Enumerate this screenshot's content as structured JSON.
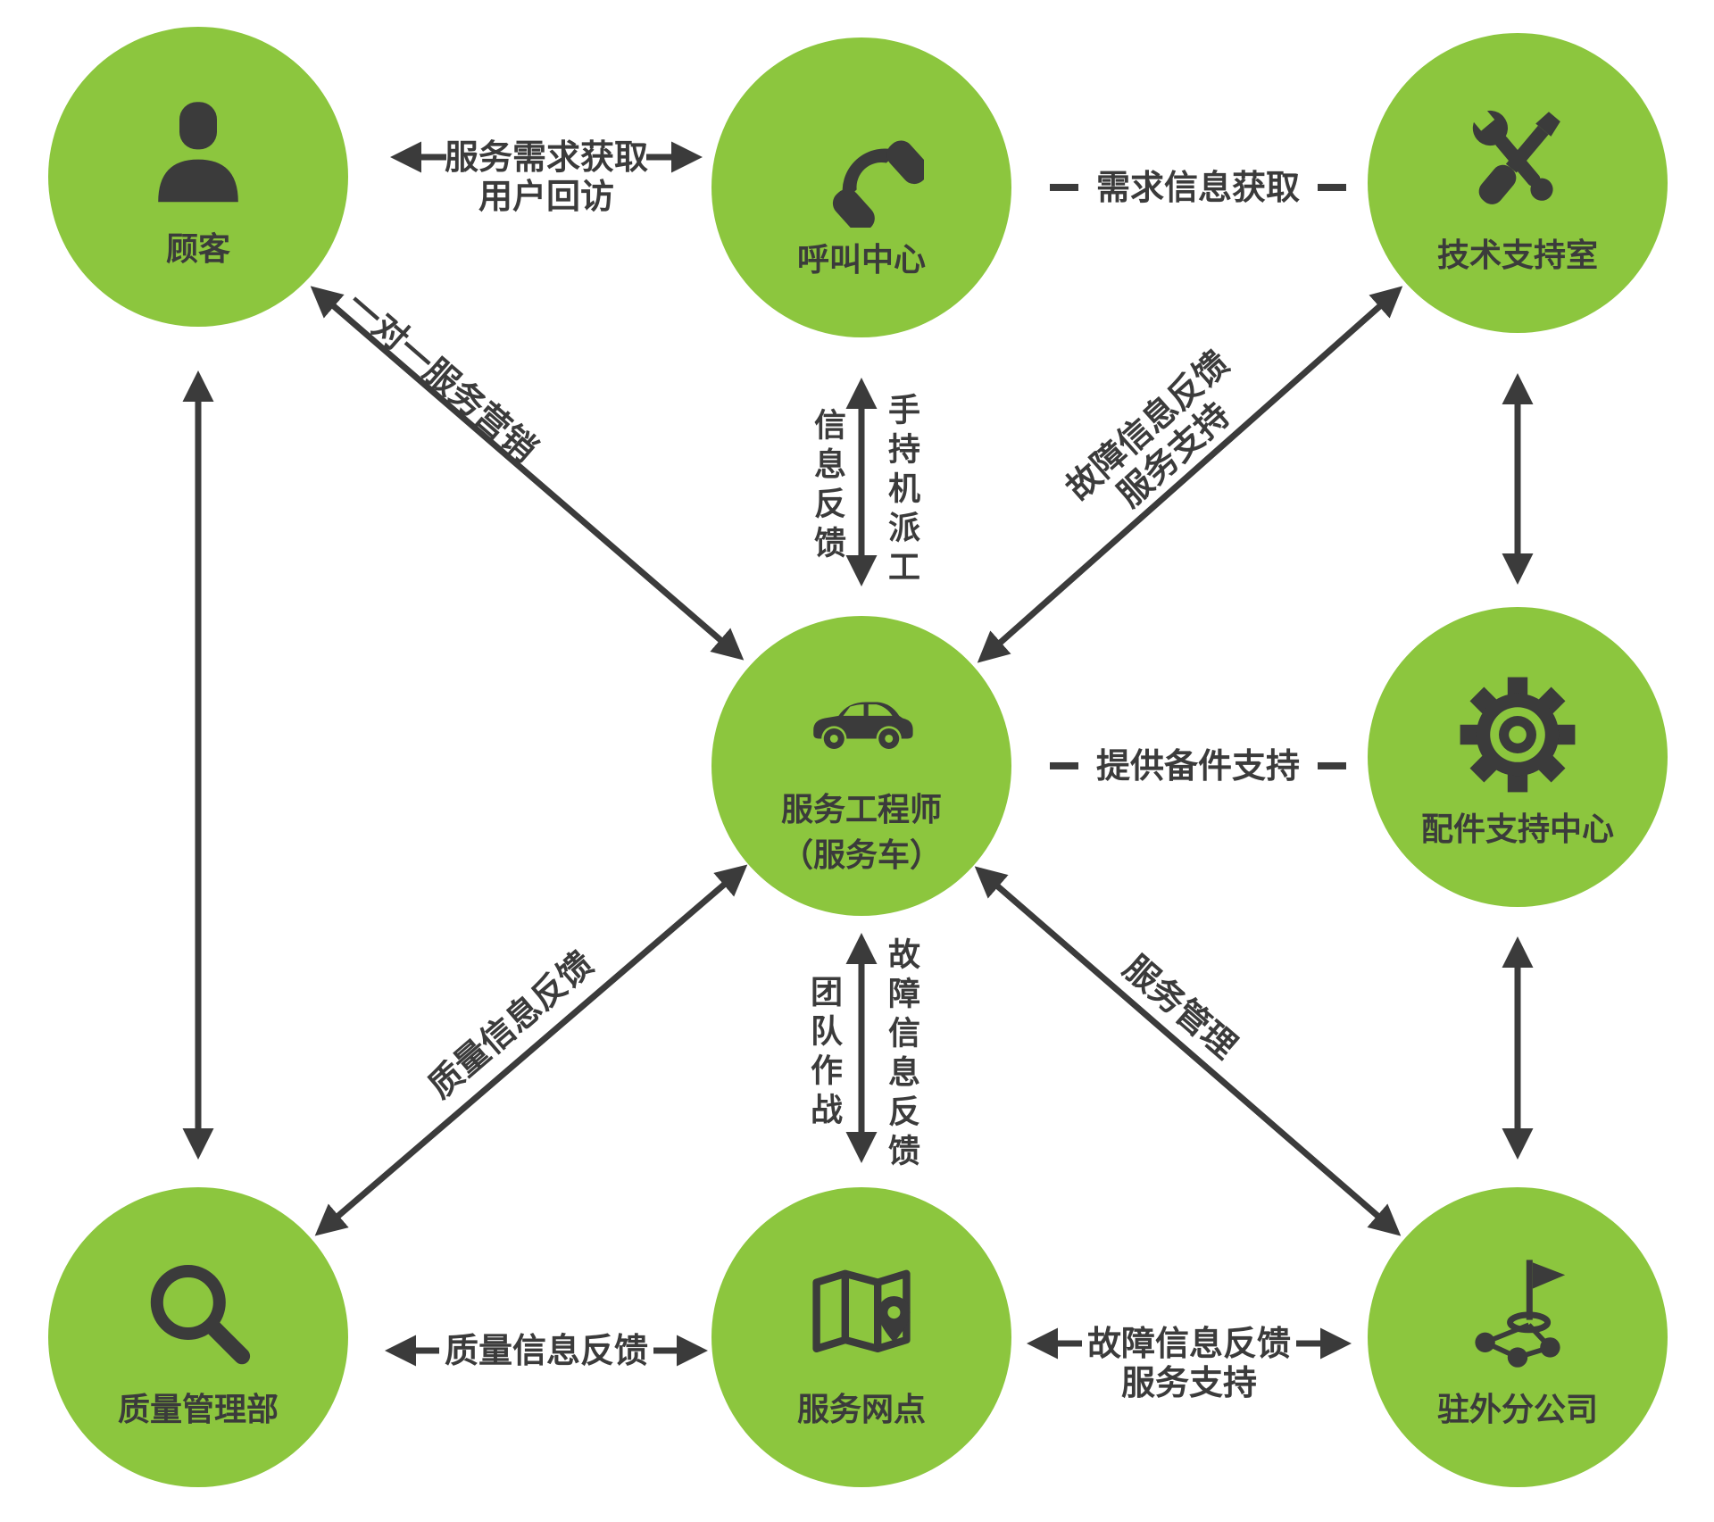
{
  "palette": {
    "green": "#8cc63e",
    "dark": "#3b3b3b"
  },
  "nodes": {
    "customer": {
      "label": "顾客",
      "icon": "person-icon"
    },
    "call_center": {
      "label": "呼叫中心",
      "icon": "phone-icon"
    },
    "tech_support": {
      "label": "技术支持室",
      "icon": "tools-icon"
    },
    "service_engineer": {
      "label": "服务工程师",
      "sublabel": "（服务车）",
      "icon": "car-icon"
    },
    "parts_center": {
      "label": "配件支持中心",
      "icon": "gear-icon"
    },
    "quality_dept": {
      "label": "质量管理部",
      "icon": "magnifier-icon"
    },
    "service_outlet": {
      "label": "服务网点",
      "icon": "map-icon"
    },
    "branch_office": {
      "label": "驻外分公司",
      "icon": "flag-icon"
    }
  },
  "edges": {
    "customer_callcenter": {
      "line1": "服务需求获取",
      "line2": "用户回访"
    },
    "callcenter_techsupport": {
      "label": "需求信息获取"
    },
    "callcenter_engineer": {
      "left_label": "信息反馈",
      "right_label": "手持机派工"
    },
    "customer_engineer": {
      "label": "一对一服务营销"
    },
    "techsupport_engineer": {
      "line1": "故障信息反馈",
      "line2": "服务支持"
    },
    "engineer_partscenter": {
      "label": "提供备件支持"
    },
    "engineer_branchoffice": {
      "label": "服务管理"
    },
    "engineer_serviceoutlet": {
      "left_label": "团队作战",
      "right_label": "故障信息反馈"
    },
    "engineer_quality": {
      "label": "质量信息反馈"
    },
    "quality_serviceoutlet": {
      "label": "质量信息反馈"
    },
    "serviceoutlet_branchoffice": {
      "line1": "故障信息反馈",
      "line2": "服务支持"
    }
  }
}
